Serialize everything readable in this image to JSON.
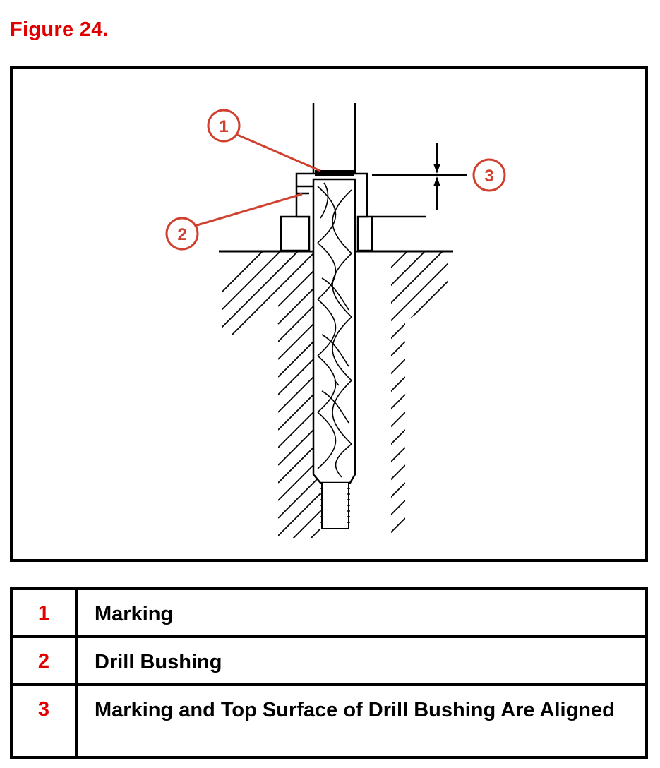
{
  "figure": {
    "title": "Figure 24.",
    "callouts": [
      {
        "id": "1"
      },
      {
        "id": "2"
      },
      {
        "id": "3"
      }
    ]
  },
  "legend": {
    "rows": [
      {
        "num": "1",
        "text": "Marking"
      },
      {
        "num": "2",
        "text": "Drill Bushing"
      },
      {
        "num": "3",
        "text": "Marking and Top Surface of Drill Bushing Are Aligned"
      }
    ]
  },
  "colors": {
    "title": "#e00000",
    "callout": "#d0402e",
    "line": "#000000"
  }
}
